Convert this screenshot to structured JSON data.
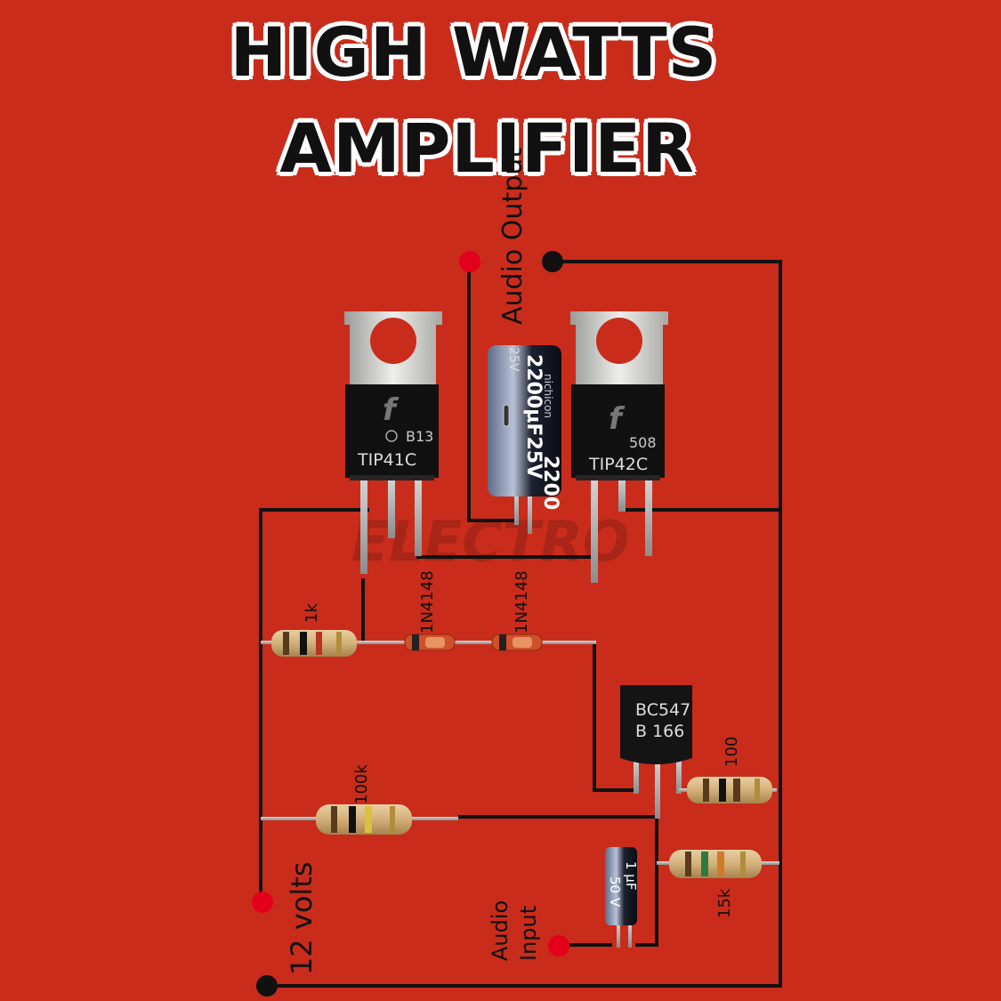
{
  "title": {
    "line1": "HIGH WATTS",
    "line2": "AMPLIFIER"
  },
  "watermark": "ELECTRO",
  "labels": {
    "audio_output": "Audio Output",
    "audio_input_1": "Audio",
    "audio_input_2": "Input",
    "supply": "12 volts"
  },
  "components": {
    "q1": {
      "marking_1": "B13",
      "marking_2": "TIP41C"
    },
    "q2": {
      "marking_1": "508",
      "marking_2": "TIP42C"
    },
    "c1": {
      "text_a": "2200µF25V",
      "text_b": "25V",
      "text_c": "nichicon",
      "text_d": "2200"
    },
    "q3": {
      "line1": "BC547",
      "line2": "B 166"
    },
    "c2": {
      "line1": "1 µF",
      "line2": "50 V"
    },
    "r1": "1k",
    "r2": "100k",
    "r3": "100",
    "r4": "15k",
    "d1": "1N4148",
    "d2": "1N4148"
  },
  "colors": {
    "background": "#c92c1b",
    "wire": "#111111",
    "terminal_red": "#e3001b",
    "terminal_black": "#111111"
  }
}
